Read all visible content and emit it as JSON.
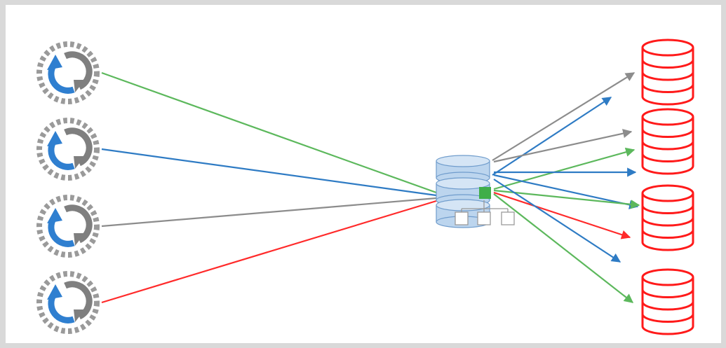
{
  "colors": {
    "frame": "#d9d9d9",
    "background": "#ffffff",
    "green": "#5cb85c",
    "blue": "#2e7bc4",
    "gray": "#8c8c8c",
    "red": "#ff2a2a",
    "hub_cylinder": "#bcd5ee",
    "hub_outline": "#6f9ccc",
    "hub_connector": "#3fae49",
    "refresh_blue": "#2f7fd0",
    "refresh_gray": "#7f7f7f",
    "refresh_dots": "#9a9a9a",
    "db_red": "#ff1a1a"
  },
  "icons": {
    "sources": [
      "refresh-icon",
      "refresh-icon",
      "refresh-icon",
      "refresh-icon"
    ],
    "hub": "database-hub-icon",
    "targets": [
      "database-icon",
      "database-icon",
      "database-icon",
      "database-icon"
    ]
  },
  "edges": {
    "inbound": [
      "green",
      "blue",
      "gray",
      "red"
    ],
    "outbound": [
      "gray",
      "blue",
      "gray",
      "green",
      "blue",
      "blue",
      "green",
      "red",
      "blue",
      "green"
    ]
  }
}
